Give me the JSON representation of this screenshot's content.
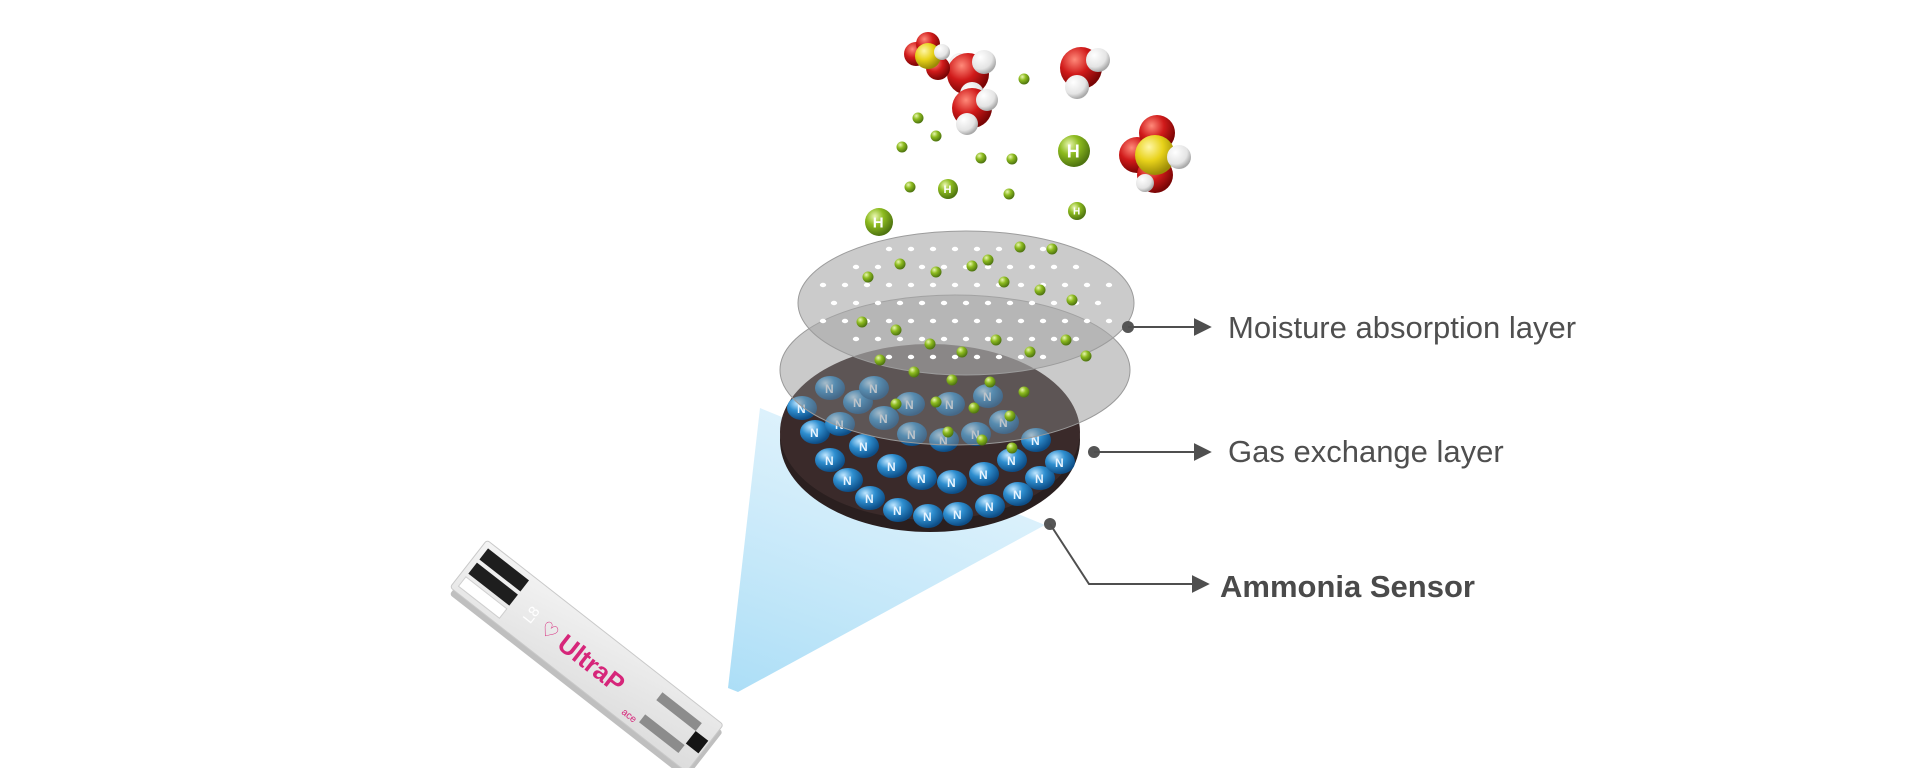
{
  "layers": [
    {
      "id": "moisture",
      "label": "Moisture absorption layer"
    },
    {
      "id": "gas",
      "label": "Gas exchange layer"
    },
    {
      "id": "ammonia",
      "label": "Ammonia Sensor"
    }
  ],
  "strip": {
    "brand": "UltraP",
    "brand_suffix": "ace",
    "code": "L8"
  },
  "ions": {
    "hydrogen": "H",
    "ammonium_letter": "N"
  },
  "colors": {
    "label_text": "#4f4f4f",
    "brand_pink": "#d6267a",
    "ion_green": "#7aa51a",
    "sphere_blue": "#2f8fd0",
    "beam_blue": "#b9e2f7",
    "oxygen_red": "#d01a1a",
    "sulfur_yellow": "#e8d21a"
  }
}
